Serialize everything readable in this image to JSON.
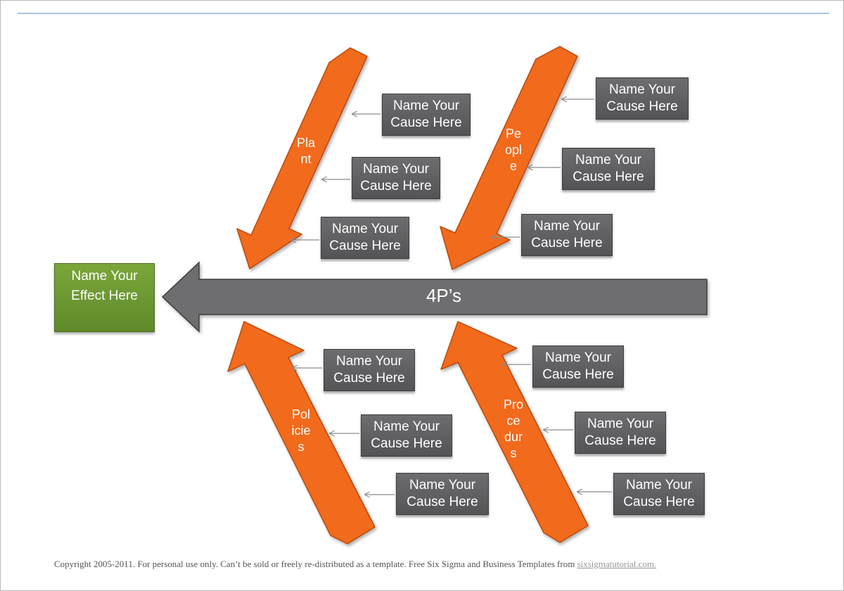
{
  "diagram_type": "fishbone",
  "colors": {
    "spine": "#6e6e71",
    "bone": "#f26b1d",
    "effect": "#6b9a33",
    "cause_box": "#5e5e61",
    "top_rule": "#a9c3e2"
  },
  "effect": {
    "label": "Name Your Effect Here"
  },
  "spine": {
    "label": "4P’s"
  },
  "categories": [
    {
      "label": "Pla\nnt",
      "causes": [
        "Name Your Cause Here",
        "Name Your Cause Here",
        "Name Your Cause Here"
      ]
    },
    {
      "label": "Pe\nopl\ne",
      "causes": [
        "Name Your Cause Here",
        "Name Your Cause Here",
        "Name Your Cause Here"
      ]
    },
    {
      "label": "Pol\nicie\ns",
      "causes": [
        "Name Your Cause Here",
        "Name Your Cause Here",
        "Name Your Cause Here"
      ]
    },
    {
      "label": "Pro\nce\ndur\ns",
      "causes": [
        "Name Your Cause Here",
        "Name Your Cause Here",
        "Name Your Cause Here"
      ]
    }
  ],
  "footer": {
    "text": "Copyright 2005-2011. For personal use only. Can’t be sold or freely re-distributed as a template. Free Six Sigma and Business Templates from ",
    "link": "sixsigmatutorial.com."
  }
}
